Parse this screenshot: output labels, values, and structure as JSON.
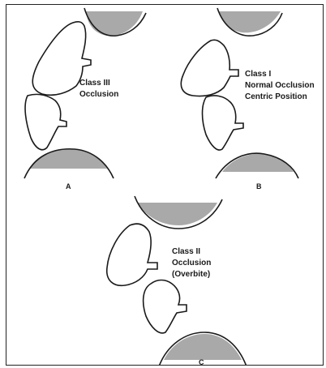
{
  "panels": [
    {
      "letter": "A",
      "lines": [
        "Class III",
        "Occlusion"
      ]
    },
    {
      "letter": "B",
      "lines": [
        "Class I",
        "Normal Occlusion",
        "Centric Position"
      ]
    },
    {
      "letter": "C",
      "lines": [
        "Class II",
        "Occlusion",
        "(Overbite)"
      ]
    }
  ],
  "colors": {
    "gum_fill": "#a9a9a9",
    "outline": "#1a1a1a"
  }
}
